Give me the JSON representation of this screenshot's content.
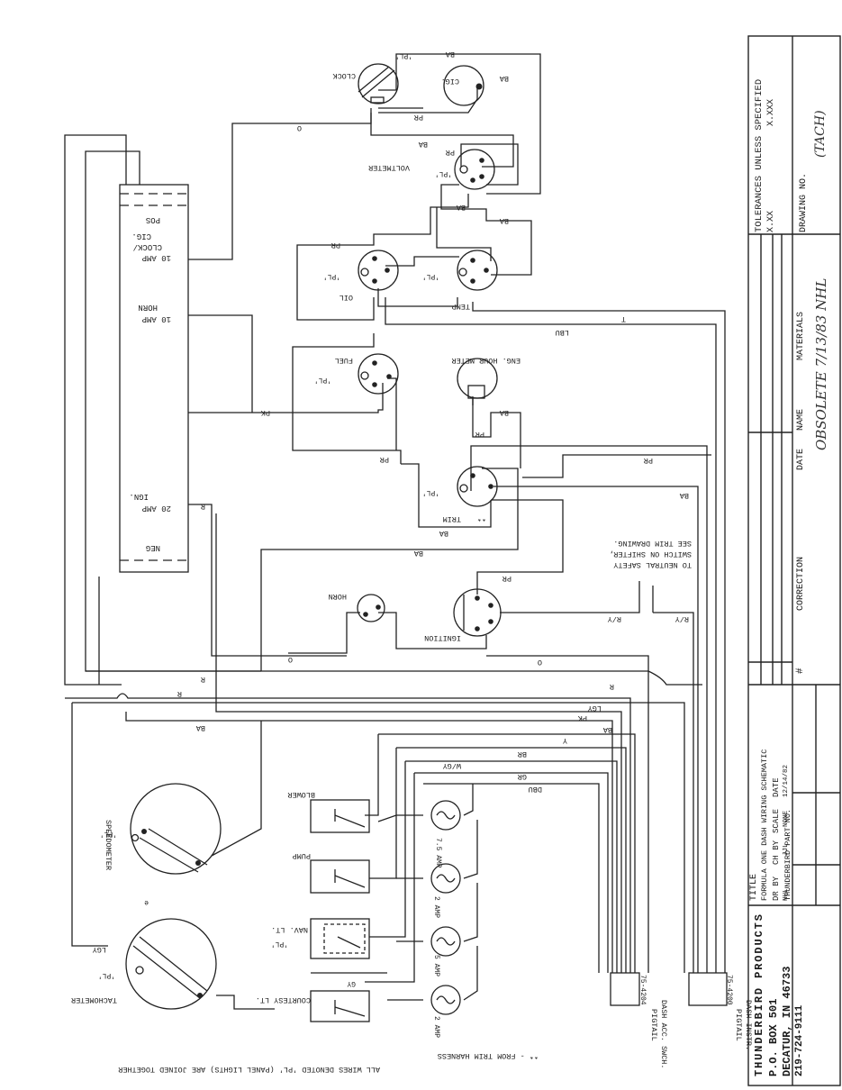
{
  "title_block": {
    "company": "THUNDERBIRD PRODUCTS",
    "address1": "P.O. BOX 501",
    "address2": "DECATUR, IN 46733",
    "phone": "219-724-9111",
    "title_label": "TITLE",
    "title": "FORMULA ONE DASH WIRING SCHEMATIC",
    "dr_by_label": "DR BY",
    "dr_by": "NHL",
    "ch_by_label": "CH BY",
    "ch_by": "JJL",
    "scale_label": "SCALE",
    "scale": "NONE",
    "date_label": "DATE",
    "date": "12/14/82",
    "part_no_label": "THUNDERBIRD PART NO.",
    "rev_hash": "#",
    "correction_label": "CORRECTION",
    "rev_date_label": "DATE",
    "name_label": "NAME",
    "materials_label": "MATERIALS",
    "tolerances_label": "TOLERANCES UNLESS SPECIFIED",
    "tol_xx": "X.XX",
    "tol_xxx": "X.XXX",
    "drawing_no_label": "DRAWING NO.",
    "handwritten_obsolete": "OBSOLETE 7/13/83 NHL",
    "handwritten_tach": "(TACH)"
  },
  "notes": {
    "panel_lights": "ALL WIRES DENOTED 'PL' (PANEL LIGHTS) ARE JOINED TOGETHER",
    "trim_harness": "** - FROM TRIM HARNESS",
    "neutral_safety": [
      "TO NEUTRAL SAFETY",
      "SWITCH ON SHIFTER,",
      "SEE TRIM DRAWING."
    ]
  },
  "fuse_panel": {
    "pos": "POS",
    "neg": "NEG",
    "f1": [
      "10 AMP",
      "CLOCK/",
      "CIG."
    ],
    "f2": [
      "10 AMP",
      "HORN"
    ],
    "f3": [
      "20 AMP",
      "IGN."
    ]
  },
  "components": {
    "clock": "CLOCK",
    "cig": "CIG.",
    "voltmeter": "VOLTMETER",
    "oil": "OIL",
    "temp": "TEMP",
    "fuel": "FUEL",
    "hour_meter": "ENG. HOUR METER",
    "trim": "TRIM",
    "trim_mark": "**",
    "horn": "HORN",
    "ignition": "IGNITION",
    "speedometer": "SPEEDOMETER",
    "tachometer": "TACHOMETER",
    "blower": "BLOWER",
    "pump": "PUMP",
    "nav_lt": "NAV. LT.",
    "courtesy_lt": "COURTESY LT.",
    "fuse_75": "7.5 AMP",
    "fuse_2a": "2 AMP",
    "fuse_5": "5 AMP",
    "fuse_2b": "2 AMP",
    "pl": "'PL'",
    "small_mark": "e"
  },
  "wires": {
    "ba": "BA",
    "pr": "PR",
    "o": "O",
    "t": "T",
    "lbu": "LBU",
    "pk": "PK",
    "r": "R",
    "ry": "R/Y",
    "y": "Y",
    "lgy": "LGY",
    "br": "BR",
    "wgy": "W/GY",
    "gr": "GR",
    "dbu": "DBU",
    "gy": "GY"
  },
  "pigtails": {
    "p1_part": "75-4204",
    "p1_label": [
      "PIGTAIL",
      "DASH ACC. SWCH."
    ],
    "p2_part": "75-4200",
    "p2_label": [
      "PIGTAIL",
      "DASH INSTR."
    ]
  }
}
